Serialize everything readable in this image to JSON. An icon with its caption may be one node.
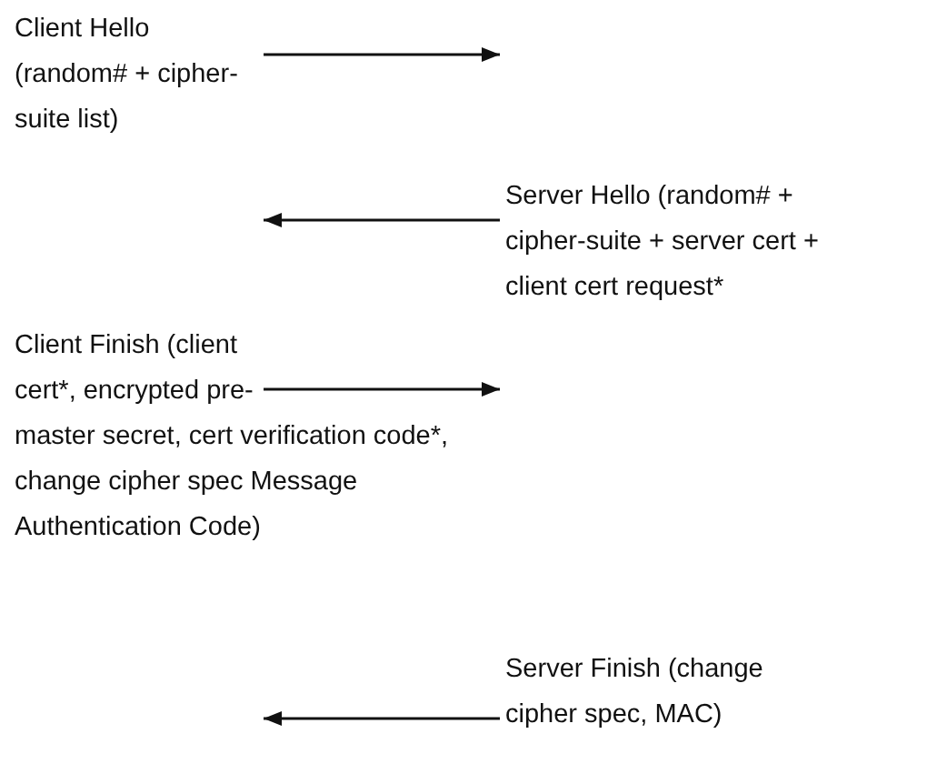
{
  "diagram": {
    "nodes": [
      {
        "text": [
          "Client Hello (random# + cipher-suite list)"
        ]
      },
      {
        "text": [
          "Server Hello (random# + cipher-suite + server cert + client cert request*"
        ]
      },
      {
        "text": [
          "Client Finish (client cert*, encrypted pre-master secret, cert verification code*, change cipher spec Message Authentication Code)"
        ]
      },
      {
        "text": [
          "Server Finish (change cipher spec, MAC)"
        ]
      }
    ],
    "edges": [
      {
        "from": 0,
        "to": null,
        "arrow": "to"
      },
      {
        "from": 1,
        "to": null,
        "arrow": "to"
      },
      {
        "from": 2,
        "to": null,
        "arrow": "to"
      },
      {
        "from": 3,
        "to": null,
        "arrow": "to"
      }
    ]
  }
}
